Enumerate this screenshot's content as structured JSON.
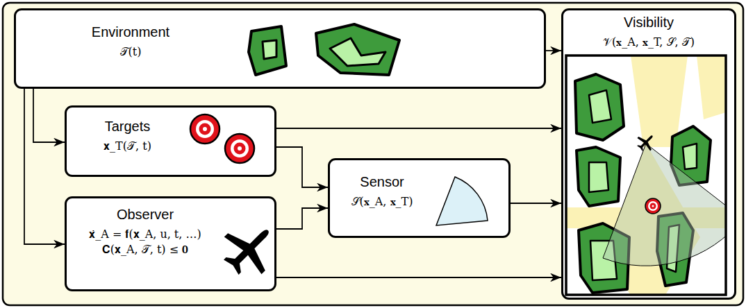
{
  "diagram": {
    "nodes": [
      {
        "text": [
          "Environment",
          "𝒯(t)"
        ]
      },
      {
        "text": [
          "Targets",
          "𝐱_T(𝒯, t)"
        ]
      },
      {
        "text": [
          "Observer",
          "𝐱̇_A = 𝐟(𝐱_A, u, t, …)",
          "𝐂(𝐱_A, 𝒯, t) ≤ 𝟎"
        ]
      },
      {
        "text": [
          "Sensor",
          "𝒮(𝐱_A, 𝐱_T)"
        ]
      },
      {
        "text": [
          "Visibility",
          "𝒱(𝐱_A, 𝐱_T, 𝒮, 𝒯)"
        ]
      }
    ],
    "edges": [
      {
        "from": 0,
        "to": 4,
        "arrow": "to"
      },
      {
        "from": 0,
        "to": 1,
        "arrow": "to"
      },
      {
        "from": 0,
        "to": 2,
        "arrow": "to"
      },
      {
        "from": 1,
        "to": 4,
        "arrow": "to"
      },
      {
        "from": 1,
        "to": 3,
        "arrow": "to"
      },
      {
        "from": 2,
        "to": 3,
        "arrow": "to"
      },
      {
        "from": 2,
        "to": 4,
        "arrow": "to"
      },
      {
        "from": 3,
        "to": 4,
        "arrow": "to"
      }
    ]
  }
}
